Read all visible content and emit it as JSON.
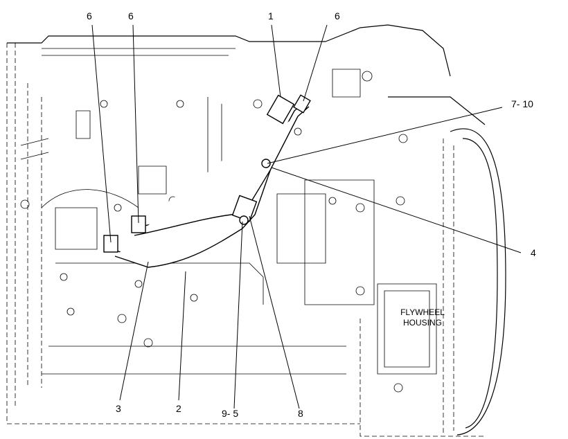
{
  "callouts": [
    {
      "id": "c6a",
      "text": "6"
    },
    {
      "id": "c6b",
      "text": "6"
    },
    {
      "id": "c1",
      "text": "1"
    },
    {
      "id": "c6c",
      "text": "6"
    },
    {
      "id": "c7_10",
      "text": "7- 10"
    },
    {
      "id": "c4",
      "text": "4"
    },
    {
      "id": "c3",
      "text": "3"
    },
    {
      "id": "c2",
      "text": "2"
    },
    {
      "id": "c9_5",
      "text": "9- 5"
    },
    {
      "id": "c8",
      "text": "8"
    }
  ],
  "flywheel_housing": {
    "line1": "FLYWHEEL",
    "line2": "HOUSING"
  }
}
